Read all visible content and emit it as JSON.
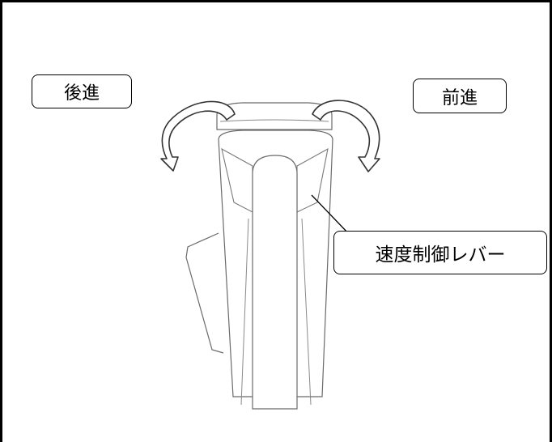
{
  "labels": {
    "reverse": "後進",
    "forward": "前進",
    "speed_lever": "速度制御レバー"
  },
  "colors": {
    "outline": "#000000",
    "drawing": "#666666",
    "background": "#ffffff"
  }
}
